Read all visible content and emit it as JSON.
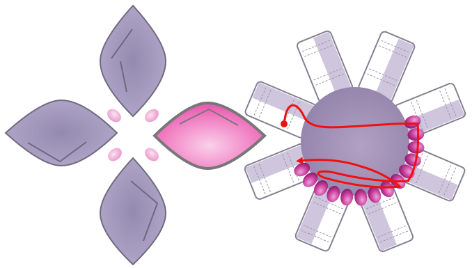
{
  "colors": {
    "petal_fill": "#ab9fc3",
    "petal_stroke": "#6e6a80",
    "petal_highlight": "#ec5db2",
    "bud_fill": "#ec9fd0",
    "bead_fill": "#c83c9c",
    "core_fill": "#9c87b0",
    "card_band": "#cfc6de",
    "card_stroke": "#858090",
    "arrow_color": "#ee1111"
  },
  "left_figure": {
    "petals": [
      {
        "id": "top",
        "selected": false
      },
      {
        "id": "left",
        "selected": false
      },
      {
        "id": "right",
        "selected": true
      },
      {
        "id": "bottom",
        "selected": false
      }
    ],
    "buds": 4
  },
  "right_figure": {
    "cards": 8,
    "beads": 14,
    "path": {
      "start": "dot",
      "end": "arrowhead"
    }
  }
}
